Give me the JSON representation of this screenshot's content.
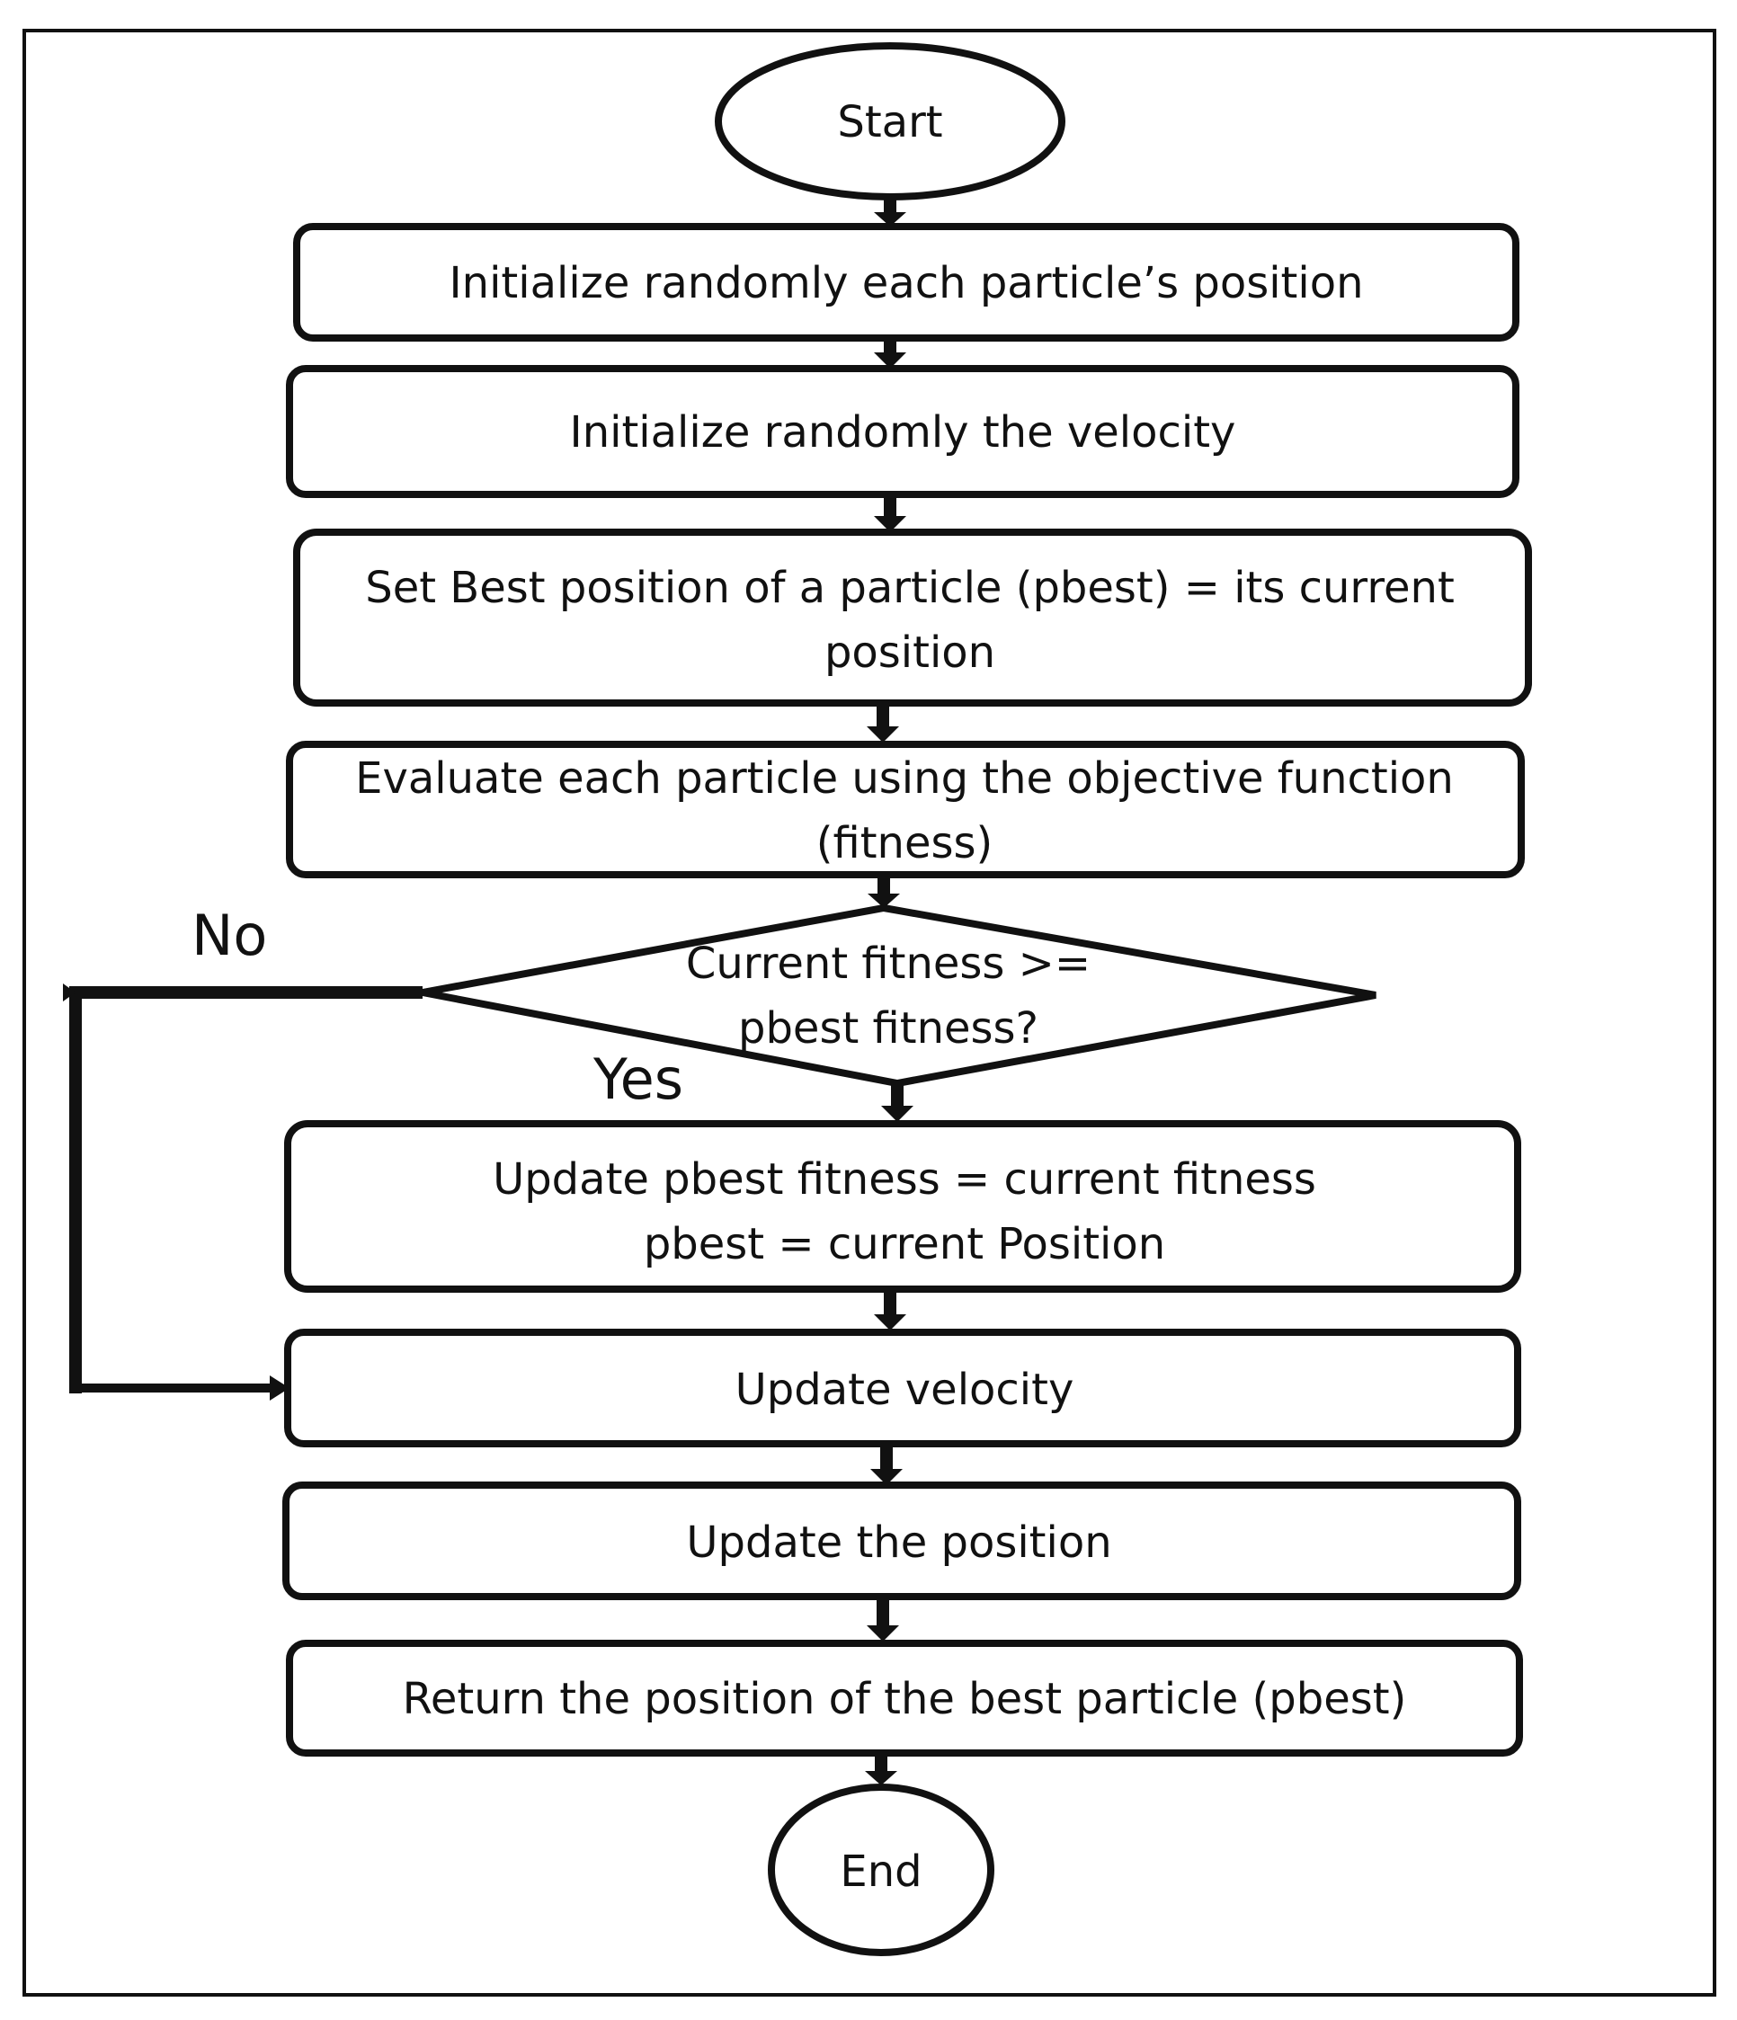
{
  "flowchart": {
    "start": "Start",
    "end": "End",
    "steps": {
      "init_position": "Initialize randomly each particle’s position",
      "init_velocity": "Initialize randomly the velocity",
      "set_pbest_line1": "Set Best position of a particle (pbest) = its current",
      "set_pbest_line2": "position",
      "evaluate_line1": "Evaluate each particle using the objective function",
      "evaluate_line2": "(fitness)",
      "update_pbest_line1": "Update pbest fitness = current fitness",
      "update_pbest_line2": "pbest = current Position",
      "update_velocity": "Update velocity",
      "update_position": "Update the position",
      "return_best": "Return the position of the best particle (pbest)"
    },
    "decision": {
      "line1": "Current fitness >=",
      "line2": "pbest fitness?",
      "no_label": "No",
      "yes_label": "Yes"
    }
  },
  "colors": {
    "stroke": "#111111",
    "background": "#ffffff"
  }
}
